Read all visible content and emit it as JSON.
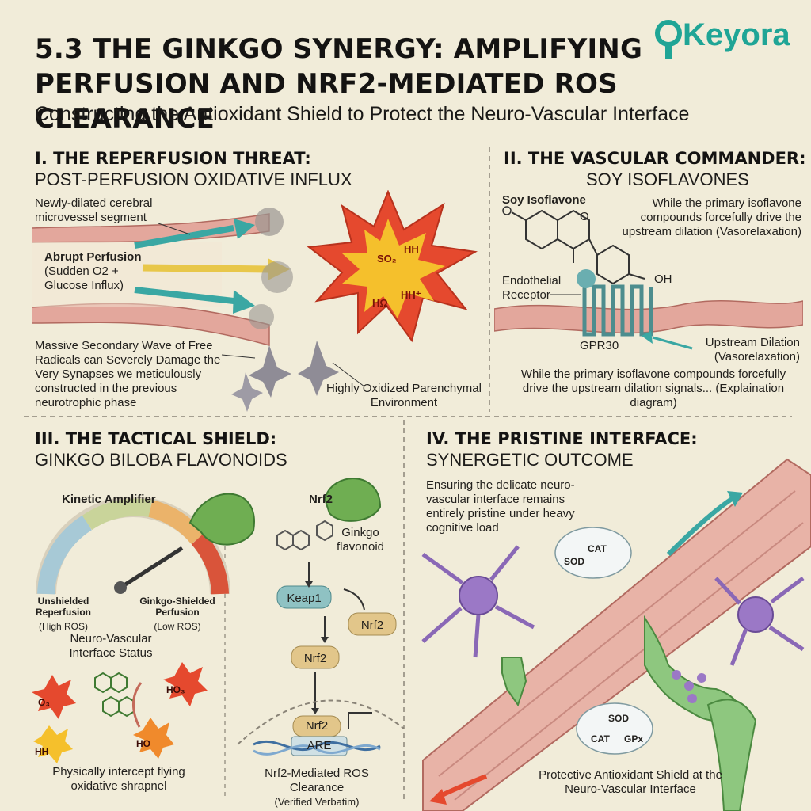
{
  "header": {
    "title": "5.3 THE GINKGO SYNERGY: AMPLIFYING PERFUSION AND NRF2-MEDIATED ROS CLEARANCE",
    "subtitle": "Constructing the Antioxidant Shield to Protect the Neuro-Vascular Interface",
    "logo_text": "Keyora"
  },
  "section1": {
    "heading": "I. THE REPERFUSION THREAT:",
    "subheading": "POST-PERFUSION OXIDATIVE INFLUX",
    "vessel_label": "Newly-dilated cerebral microvessel segment",
    "perfusion_title": "Abrupt Perfusion",
    "perfusion_detail": "(Sudden O2 + Glucose Influx)",
    "wave_label": "Massive Secondary Wave of Free Radicals can Severely Damage the Very Synapses we meticulously constructed in the previous neurotrophic phase",
    "environment_label": "Highly Oxidized Parenchymal Environment",
    "burst_labels": [
      "SO₂",
      "HH",
      "HΩ",
      "HH⁺"
    ]
  },
  "section2": {
    "heading": "II. THE VASCULAR COMMANDER:",
    "subheading": "SOY ISOFLAVONES",
    "molecule_label": "Soy Isoflavone",
    "oh_label": "OH",
    "o_label": "O",
    "drive_text": "While the primary isoflavone compounds forcefully drive the upstream dilation (Vasorelaxation)",
    "receptor_label": "Endothelial Receptor",
    "gpr_label": "GPR30",
    "upstream_label": "Upstream Dilation (Vasorelaxation)",
    "footer_text": "While the primary isoflavone compounds forcefully drive the upstream dilation signals... (Explaination diagram)"
  },
  "section3": {
    "heading": "III. THE TACTICAL SHIELD:",
    "subheading": "GINKGO BILOBA FLAVONOIDS",
    "amplifier_label": "Kinetic Amplifier",
    "unshielded_label": "Unshielded Reperfusion",
    "unshielded_sub": "(High ROS)",
    "shielded_label": "Ginkgo-Shielded Perfusion",
    "shielded_sub": "(Low ROS)",
    "status_label": "Neuro-Vascular Interface Status",
    "intercept_label": "Physically intercept flying oxidative shrapnel",
    "shrapnel_labels": [
      "O₃",
      "HO₃",
      "HH",
      "HO"
    ],
    "nrf2_title": "Nrf2",
    "flavonoid_label": "Ginkgo flavonoid",
    "keap1_label": "Keap1",
    "nrf2_label": "Nrf2",
    "nrf2_free_label": "Nrf2",
    "nrf2_nucleus_label": "Nrf2",
    "are_label": "ARE",
    "clearance_label": "Nrf2-Mediated ROS Clearance",
    "clearance_note": "(Verified Verbatim)"
  },
  "section4": {
    "heading": "IV. THE PRISTINE INTERFACE:",
    "subheading": "SYNERGETIC OUTCOME",
    "ensure_text": "Ensuring the delicate neuro-vascular interface remains entirely pristine under heavy cognitive load",
    "cloud1": [
      "CAT",
      "SOD"
    ],
    "cloud2": [
      "SOD",
      "CAT",
      "GPx"
    ],
    "shield_label": "Protective Antioxidant Shield at the Neuro-Vascular Interface"
  },
  "colors": {
    "background": "#f1ecd9",
    "logo": "#1fa596",
    "vessel": "#d9958a",
    "arrow_teal": "#3aa7a3",
    "burst_red": "#e5492e",
    "burst_yellow": "#f5c02c",
    "ginkgo_green": "#6fae52",
    "neuron_purple": "#9b78c6",
    "node_teal": "#8fc2c3",
    "node_tan": "#e2c68a"
  }
}
